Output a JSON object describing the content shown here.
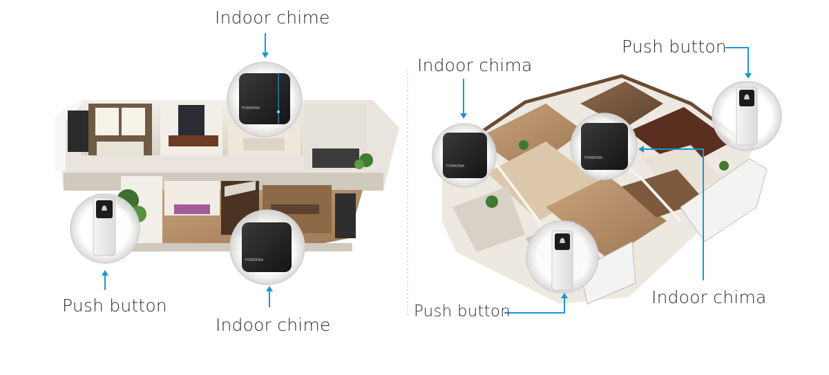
{
  "left_diagram": {
    "label_top_chime": "Indoor chime",
    "label_bottom_chime": "Indoor chime",
    "label_push_button": "Push button"
  },
  "right_diagram": {
    "label_top_left_chime": "Indoor chima",
    "label_bottom_right_chime": "Indoor chima",
    "label_top_right_button": "Push button",
    "label_bottom_button": "Push button"
  },
  "device": {
    "chime_brand": "FORRENA",
    "accent_color": "#1a95d4"
  }
}
